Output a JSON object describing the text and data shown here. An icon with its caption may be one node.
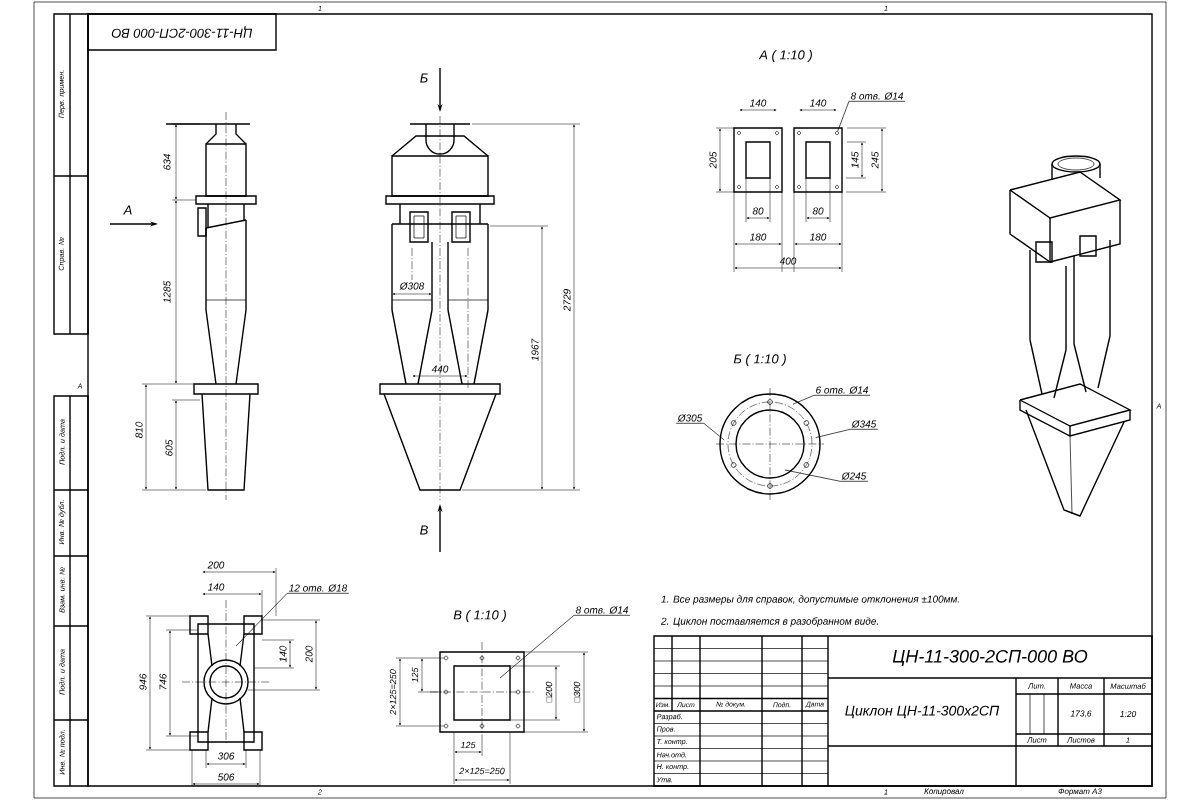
{
  "diagram": {
    "nodes": [
      {
        "text": [
          "8 отв. Ø14"
        ]
      },
      {
        "text": [
          "6 отв. Ø14"
        ]
      },
      {
        "text": [
          "Ø305"
        ]
      },
      {
        "text": [
          "Ø345"
        ]
      },
      {
        "text": [
          "Ø245"
        ]
      },
      {
        "text": [
          "12 отв. Ø18"
        ]
      },
      {
        "text": [
          "8 отв. Ø14"
        ]
      },
      {
        "text": [],
        "shape": "circle"
      },
      {
        "text": [],
        "shape": "circle"
      }
    ],
    "edges": [
      {
        "from": 0,
        "to": 7,
        "arrow": "none"
      },
      {
        "from": 1,
        "to": 8,
        "arrow": "none"
      },
      {
        "from": 2,
        "to": 8,
        "arrow": "none"
      },
      {
        "from": 3,
        "to": 8,
        "arrow": "none"
      },
      {
        "from": 4,
        "to": 8,
        "arrow": "none"
      },
      {
        "from": 5,
        "to": null,
        "arrow": "none"
      },
      {
        "from": 6,
        "to": null,
        "arrow": "none"
      }
    ],
    "labels": [
      "ЦН-11-300-2СП-000 ВО",
      "Перв. примен.",
      "Справ. №",
      "Подп. и дата",
      "Инв. № дубл.",
      "Взам. инв. №",
      "Подп. и дата",
      "Инв. № подл.",
      "1",
      "1",
      "А",
      "А",
      "2",
      "1",
      "А",
      "634",
      "1285",
      "810",
      "605",
      "Б",
      "Ø308",
      "440",
      "1967",
      "2729",
      "В",
      "А ( 1:10 )",
      "140",
      "140",
      "205",
      "145",
      "245",
      "80",
      "80",
      "180",
      "180",
      "400",
      "Б ( 1:10 )",
      "200",
      "140",
      "946",
      "746",
      "140",
      "200",
      "306",
      "506",
      "В ( 1:10 )",
      "2×125=250",
      "125",
      "□200",
      "□300",
      "125",
      "2×125=250",
      "1. Все размеры для справок, допустимые отклонения ±100мм.",
      "2. Циклон поставляется в разобранном виде.",
      "ЦН-11-300-2СП-000 ВО",
      "Изм.",
      "Лист",
      "№ докум.",
      "Подп.",
      "Дата",
      "Разраб.",
      "Пров.",
      "Т. контр.",
      "Нач.отд.",
      "Н. контр.",
      "Утв.",
      "Циклон ЦН-11-300х2СП",
      "Лит.",
      "Масса",
      "Масштаб",
      "173,6",
      "1:20",
      "Лист",
      "Листов",
      "1",
      "Копировал",
      "Формат А3"
    ]
  }
}
